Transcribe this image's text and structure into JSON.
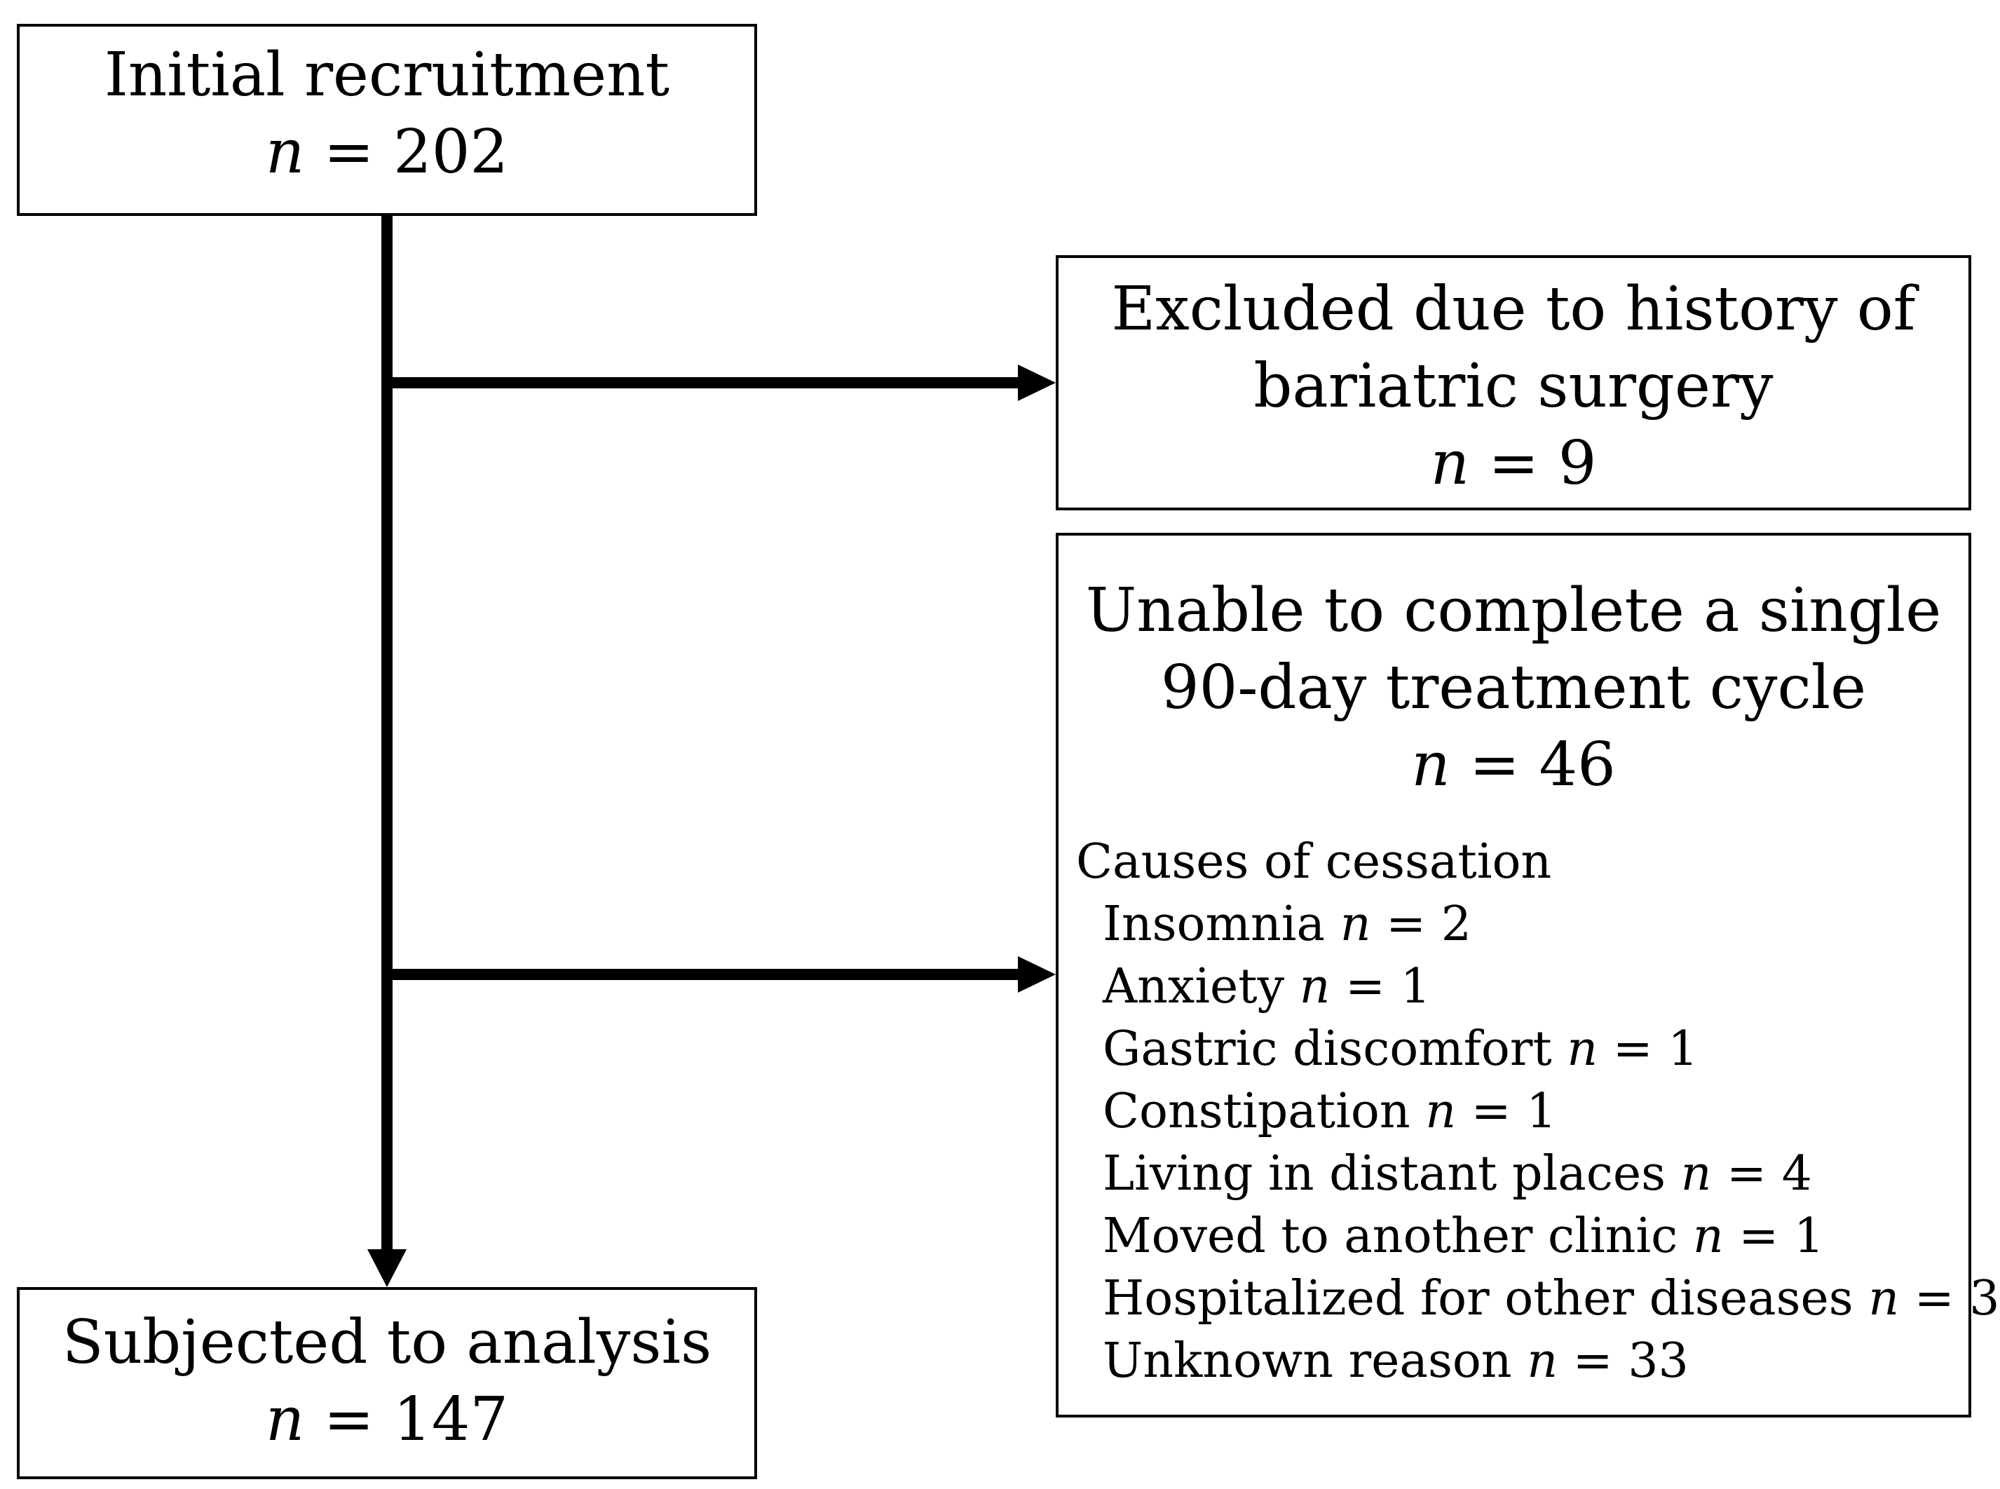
{
  "boxes": {
    "recruitment": {
      "title": "Initial recruitment",
      "n_label": "n",
      "n_value": "= 202"
    },
    "excluded": {
      "line1": "Excluded due to history of",
      "line2": "bariatric surgery",
      "n_label": "n",
      "n_value": "= 9"
    },
    "unable": {
      "line1": "Unable to complete  a single",
      "line2": "90-day treatment cycle",
      "n_label": "n",
      "n_value": "= 46",
      "causes_heading": "Causes of cessation",
      "causes": [
        {
          "label": "Insomnia",
          "n_label": "n",
          "n_value": "= 2"
        },
        {
          "label": "Anxiety",
          "n_label": "n",
          "n_value": "= 1"
        },
        {
          "label": "Gastric discomfort",
          "n_label": "n",
          "n_value": "= 1"
        },
        {
          "label": "Constipation",
          "n_label": "n",
          "n_value": "= 1"
        },
        {
          "label": "Living in distant places",
          "n_label": "n",
          "n_value": "= 4"
        },
        {
          "label": "Moved  to another clinic",
          "n_label": "n",
          "n_value": "= 1"
        },
        {
          "label": "Hospitalized for other diseases",
          "n_label": "n",
          "n_value": "= 3"
        },
        {
          "label": "Unknown reason",
          "n_label": "n",
          "n_value": "= 33"
        }
      ]
    },
    "analysis": {
      "title": "Subjected to analysis",
      "n_label": "n",
      "n_value": "= 147"
    }
  },
  "colors": {
    "stroke": "#000000",
    "background": "#ffffff"
  }
}
